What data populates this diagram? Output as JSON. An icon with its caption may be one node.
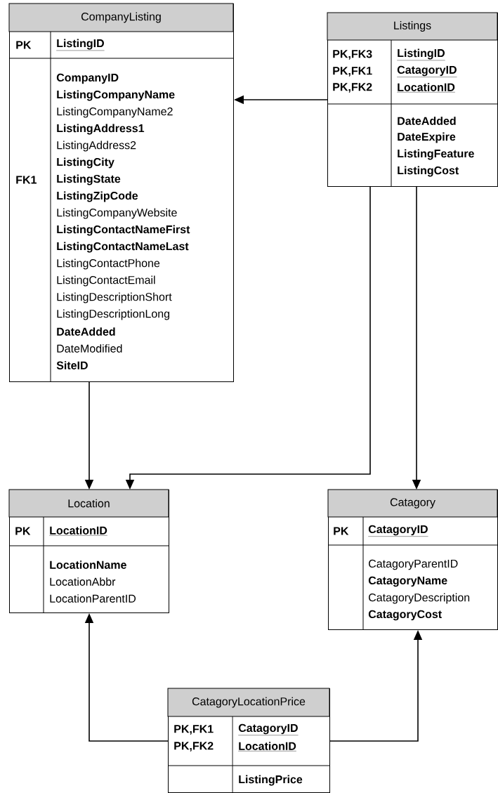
{
  "diagram": {
    "nodes": [
      {
        "text": [
          "CompanyListing",
          "PK",
          "ListingID",
          "CompanyID",
          "ListingCompanyName",
          "ListingCompanyName2",
          "ListingAddress1",
          "ListingAddress2",
          "ListingCity",
          "FK1",
          "ListingState",
          "ListingZipCode",
          "ListingCompanyWebsite",
          "ListingContactNameFirst",
          "ListingContactNameLast",
          "ListingContactPhone",
          "ListingContactEmail",
          "ListingDescriptionShort",
          "ListingDescriptionLong",
          "DateAdded",
          "DateModified",
          "SiteID"
        ]
      },
      {
        "text": [
          "Listings",
          "PK,FK3",
          "ListingID",
          "PK,FK1",
          "CatagoryID",
          "PK,FK2",
          "LocationID",
          "DateAdded",
          "DateExpire",
          "ListingFeature",
          "ListingCost"
        ]
      },
      {
        "text": [
          "Location",
          "PK",
          "LocationID",
          "LocationName",
          "LocationAbbr",
          "LocationParentID"
        ]
      },
      {
        "text": [
          "Catagory",
          "PK",
          "CatagoryID",
          "CatagoryParentID",
          "CatagoryName",
          "CatagoryDescription",
          "CatagoryCost"
        ]
      },
      {
        "text": [
          "CatagoryLocationPrice",
          "PK,FK1",
          "CatagoryID",
          "PK,FK2",
          "LocationID",
          "ListingPrice"
        ]
      }
    ],
    "edges": [
      {
        "from": 1,
        "to": 0,
        "arrow": "to"
      },
      {
        "from": 0,
        "to": 2,
        "arrow": "to"
      },
      {
        "from": 1,
        "to": 2,
        "arrow": "to"
      },
      {
        "from": 1,
        "to": 3,
        "arrow": "to"
      },
      {
        "from": 4,
        "to": 2,
        "arrow": "to"
      },
      {
        "from": 4,
        "to": 3,
        "arrow": "to"
      }
    ]
  }
}
